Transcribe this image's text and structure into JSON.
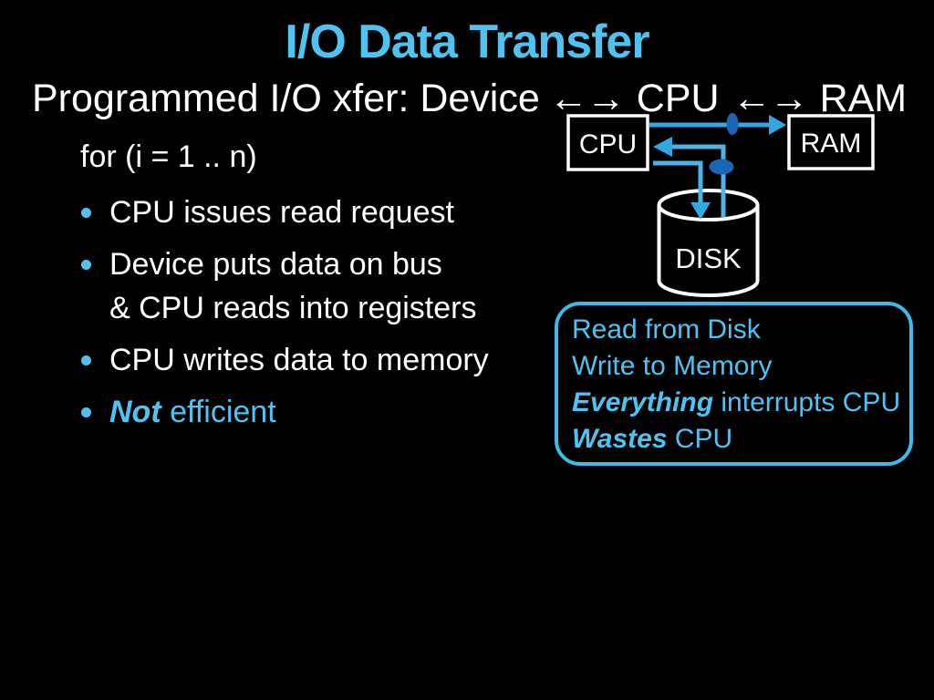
{
  "title": "I/O Data Transfer",
  "heading": {
    "prefix": "Programmed I/O xfer:  Device",
    "arrow1": "←→",
    "cpu": "CPU",
    "arrow2": "←→",
    "ram": "RAM"
  },
  "body": {
    "for_loop": "for (i = 1 .. n)",
    "bullets": [
      {
        "text": "CPU issues read request"
      },
      {
        "text": "Device puts data on bus",
        "text2": "& CPU reads into registers"
      },
      {
        "text": "CPU writes data to memory"
      },
      {
        "emphasis": "Not",
        "text": " efficient"
      }
    ]
  },
  "diagram": {
    "cpu_label": "CPU",
    "ram_label": "RAM",
    "disk_label": "DISK"
  },
  "callout": {
    "lines": [
      {
        "text": "Read from Disk"
      },
      {
        "text": "Write to Memory"
      },
      {
        "emphasis": "Everything",
        "text": " interrupts CPU"
      },
      {
        "emphasis": "Wastes",
        "text": " CPU"
      }
    ]
  },
  "colors": {
    "background": "#000000",
    "accent_blue": "#4ec3f2",
    "arrow_blue": "#32a7e2",
    "bus_node_blue": "#1a66b4",
    "callout_border": "#3bbaec",
    "text_white": "#ffffff"
  }
}
